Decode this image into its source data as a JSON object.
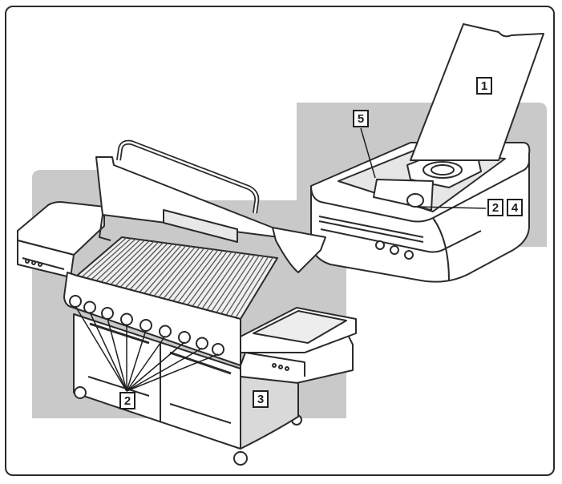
{
  "diagram": {
    "colors": {
      "background": "#ffffff",
      "shade": "#c9c9c9",
      "line": "#2b2b2b",
      "fill": "#ffffff"
    },
    "callouts": [
      {
        "id": "c1",
        "label": "1"
      },
      {
        "id": "c5",
        "label": "5"
      },
      {
        "id": "c2a",
        "label": "2"
      },
      {
        "id": "c4",
        "label": "4"
      },
      {
        "id": "c2b",
        "label": "2"
      },
      {
        "id": "c3",
        "label": "3"
      }
    ]
  }
}
